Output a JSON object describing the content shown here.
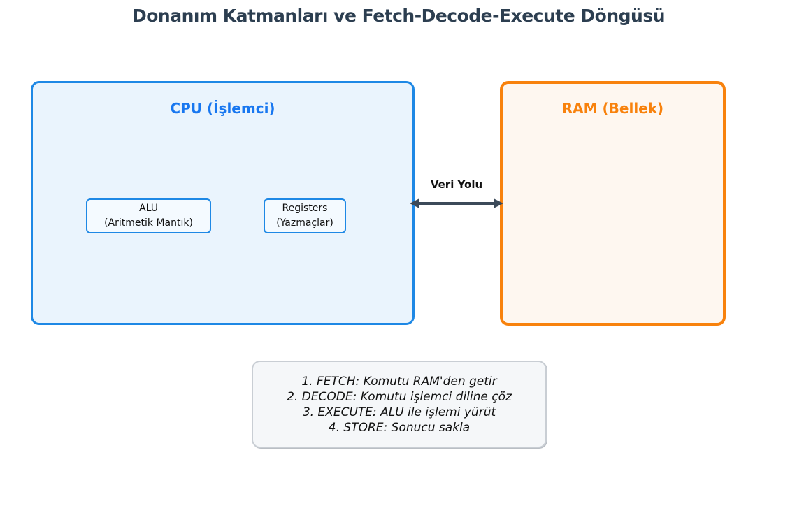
{
  "title": "Donanım Katmanları ve Fetch-Decode-Execute Döngüsü",
  "cpu": {
    "label": "CPU (İşlemci)",
    "alu": {
      "line1": "ALU",
      "line2": "(Aritmetik Mantık)"
    },
    "registers": {
      "line1": "Registers",
      "line2": "(Yazmaçlar)"
    }
  },
  "ram": {
    "label": "RAM (Bellek)"
  },
  "bus": {
    "label": "Veri Yolu"
  },
  "cycle": {
    "steps": [
      "1. FETCH: Komutu RAM'den getir",
      "2. DECODE: Komutu işlemci diline çöz",
      "3. EXECUTE: ALU ile işlemi yürüt",
      "4. STORE: Sonucu sakla"
    ]
  },
  "colors": {
    "title_text": "#2c3e50",
    "cpu_border": "#1e88e5",
    "cpu_background": "#eaf4fd",
    "cpu_title_text": "#1877f0",
    "inner_box_background": "#f4faff",
    "ram_border": "#f8820d",
    "ram_background": "#fef7f0",
    "ram_title_text": "#f8820d",
    "bus_arrow": "#3c4a59",
    "bus_label_text": "#111111",
    "cycle_box_background": "#f5f7f9",
    "cycle_box_border": "#c9ced4",
    "cycle_text": "#111111"
  }
}
